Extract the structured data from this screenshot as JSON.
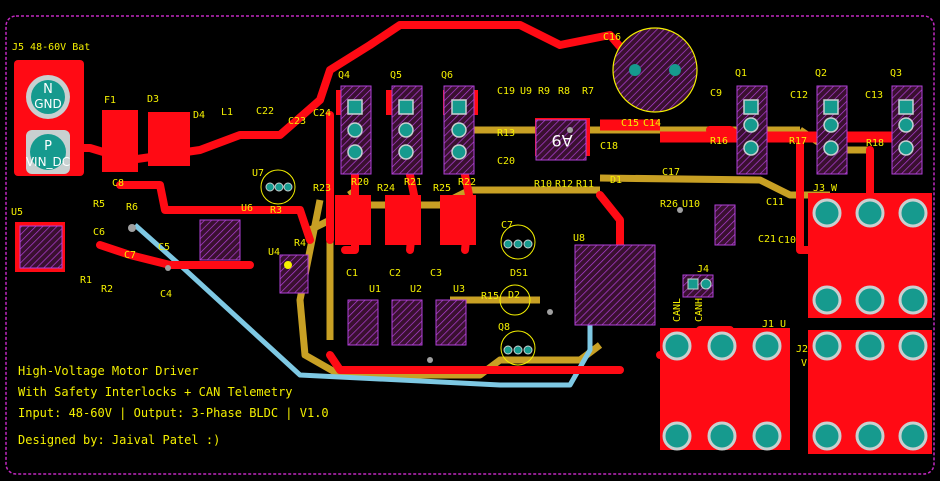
{
  "colors": {
    "background": "#000000",
    "board_outline": "#c028c0",
    "top_copper": "#ff0a14",
    "bottom_copper": "#c8a024",
    "silkscreen": "#f4f000",
    "pad": "#169a8e",
    "via": "#a0a0a0",
    "courtyard": "#b040d8",
    "highlight_trace": "#7ec8e3",
    "ratsnest": "#d8d8d8"
  },
  "board": {
    "connector_label": "J5 48-60V Bat",
    "pad_n_label": "N",
    "pad_gnd_label": "GND",
    "pad_p_label": "P",
    "pad_vin_label": "VIN_DC",
    "ic_marking": "A9",
    "notes": [
      "High-Voltage Motor Driver",
      "With Safety Interlocks + CAN Telemetry",
      "Input: 48-60V | Output: 3-Phase BLDC | V1.0",
      "Designed by: Jaival Patel :)"
    ],
    "designators": {
      "F1": "F1",
      "D3": "D3",
      "D4": "D4",
      "L1": "L1",
      "C22": "C22",
      "C23": "C23",
      "C24": "C24",
      "Q4": "Q4",
      "Q5": "Q5",
      "Q6": "Q6",
      "C19": "C19",
      "U9": "U9",
      "R9": "R9",
      "R8": "R8",
      "R7": "R7",
      "C16": "C16",
      "Q1": "Q1",
      "Q2": "Q2",
      "Q3": "Q3",
      "C9": "C9",
      "C12": "C12",
      "C13": "C13",
      "C15": "C15",
      "C14": "C14",
      "C18": "C18",
      "R16": "R16",
      "R17": "R17",
      "R18": "R18",
      "C20": "C20",
      "C17": "C17",
      "D1": "D1",
      "R13": "R13",
      "R10": "R10",
      "R12": "R12",
      "R11": "R11",
      "U7": "U7",
      "U6": "U6",
      "R3": "R3",
      "U4": "U4",
      "R4": "R4",
      "R20": "R20",
      "R24": "R24",
      "R21": "R21",
      "R25": "R25",
      "R22": "R22",
      "R23": "R23",
      "U5": "U5",
      "C8": "C8",
      "R5": "R5",
      "R6": "R6",
      "C6": "C6",
      "C7": "C7",
      "C5": "C5",
      "R1": "R1",
      "R2": "R2",
      "C4": "C4",
      "C1": "C1",
      "C2": "C2",
      "C3": "C3",
      "U1": "U1",
      "U2": "U2",
      "U3": "U3",
      "C7b": "C7",
      "DS1": "DS1",
      "R15": "R15",
      "D2": "D2",
      "Q8": "Q8",
      "U8": "U8",
      "R26": "R26",
      "U10": "U10",
      "C11": "C11",
      "C21": "C21",
      "C10": "C10",
      "J4": "J4",
      "CANL": "CANL",
      "CANH": "CANH",
      "J3W": "J3 W",
      "J1U": "J1 U",
      "J2": "J2",
      "V": "V"
    }
  }
}
